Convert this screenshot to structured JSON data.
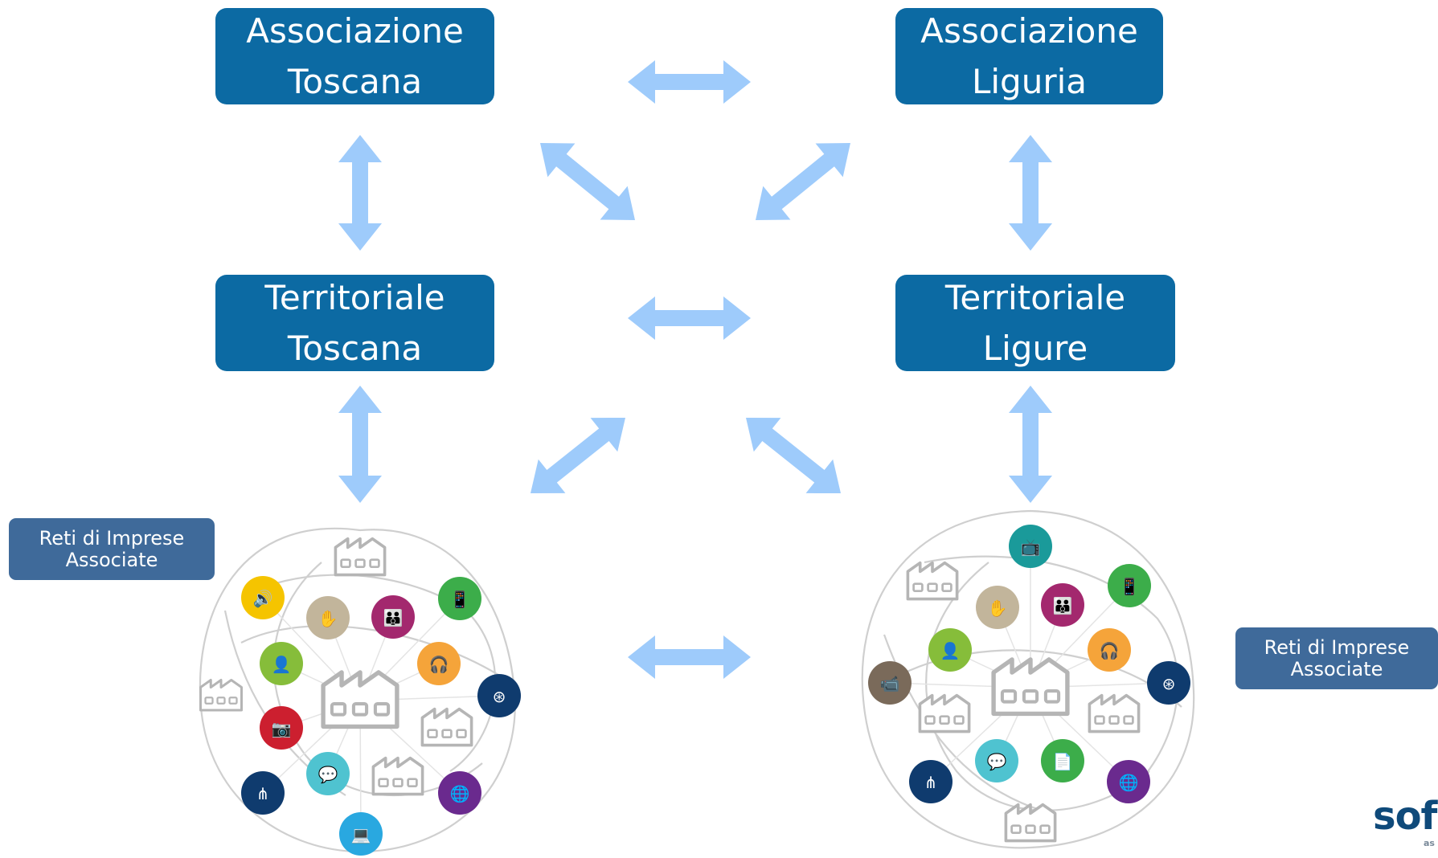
{
  "nodes": {
    "assoc_toscana": {
      "line1": "Associazione",
      "line2": "Toscana"
    },
    "assoc_liguria": {
      "line1": "Associazione",
      "line2": "Liguria"
    },
    "terr_toscana": {
      "line1": "Territoriale",
      "line2": "Toscana"
    },
    "terr_ligure": {
      "line1": "Territoriale",
      "line2": "Ligure"
    }
  },
  "labels": {
    "reti_left": {
      "line1": "Reti di Imprese",
      "line2": "Associate"
    },
    "reti_right": {
      "line1": "Reti di Imprese",
      "line2": "Associate"
    }
  },
  "logo": {
    "text": "sof",
    "subtext": "as"
  },
  "colors": {
    "box": "#0c6aa3",
    "tag": "#3f6a9a",
    "arrow": "#9ecbfb",
    "factory": "#b5b5b5",
    "network_lines": "#cfcfcf"
  },
  "network_left": {
    "icons": [
      {
        "name": "speaker-icon",
        "color": "#f5c400",
        "glyph": "🔊"
      },
      {
        "name": "hand-icon",
        "color": "#c2b59b",
        "glyph": "✋"
      },
      {
        "name": "group-icon",
        "color": "#a3286e",
        "glyph": "👪"
      },
      {
        "name": "phone-icon",
        "color": "#3cad4a",
        "glyph": "📱"
      },
      {
        "name": "person-icon",
        "color": "#86bd3a",
        "glyph": "👤"
      },
      {
        "name": "headphones-icon",
        "color": "#f5a43a",
        "glyph": "🎧"
      },
      {
        "name": "venn-icon",
        "color": "#0f3b6e",
        "glyph": "⊛"
      },
      {
        "name": "camera-icon",
        "color": "#cc1f2f",
        "glyph": "📷"
      },
      {
        "name": "chat-icon",
        "color": "#4fc3d0",
        "glyph": "💬"
      },
      {
        "name": "network-icon",
        "color": "#0f3b6e",
        "glyph": "⋔"
      },
      {
        "name": "globe-icon",
        "color": "#6a2a8e",
        "glyph": "🌐"
      },
      {
        "name": "computer-icon",
        "color": "#29a8e0",
        "glyph": "💻"
      }
    ]
  },
  "network_right": {
    "icons": [
      {
        "name": "tv-icon",
        "color": "#1a9a9a",
        "glyph": "📺"
      },
      {
        "name": "phone-icon",
        "color": "#3cad4a",
        "glyph": "📱"
      },
      {
        "name": "hand-icon",
        "color": "#c2b59b",
        "glyph": "✋"
      },
      {
        "name": "group-icon",
        "color": "#a3286e",
        "glyph": "👪"
      },
      {
        "name": "person-icon",
        "color": "#86bd3a",
        "glyph": "👤"
      },
      {
        "name": "headphones-icon",
        "color": "#f5a43a",
        "glyph": "🎧"
      },
      {
        "name": "video-camera-icon",
        "color": "#7a6a5a",
        "glyph": "📹"
      },
      {
        "name": "venn-icon",
        "color": "#0f3b6e",
        "glyph": "⊛"
      },
      {
        "name": "chat-icon",
        "color": "#4fc3d0",
        "glyph": "💬"
      },
      {
        "name": "document-icon",
        "color": "#3cad4a",
        "glyph": "📄"
      },
      {
        "name": "network-icon",
        "color": "#0f3b6e",
        "glyph": "⋔"
      },
      {
        "name": "globe-icon",
        "color": "#6a2a8e",
        "glyph": "🌐"
      }
    ]
  }
}
